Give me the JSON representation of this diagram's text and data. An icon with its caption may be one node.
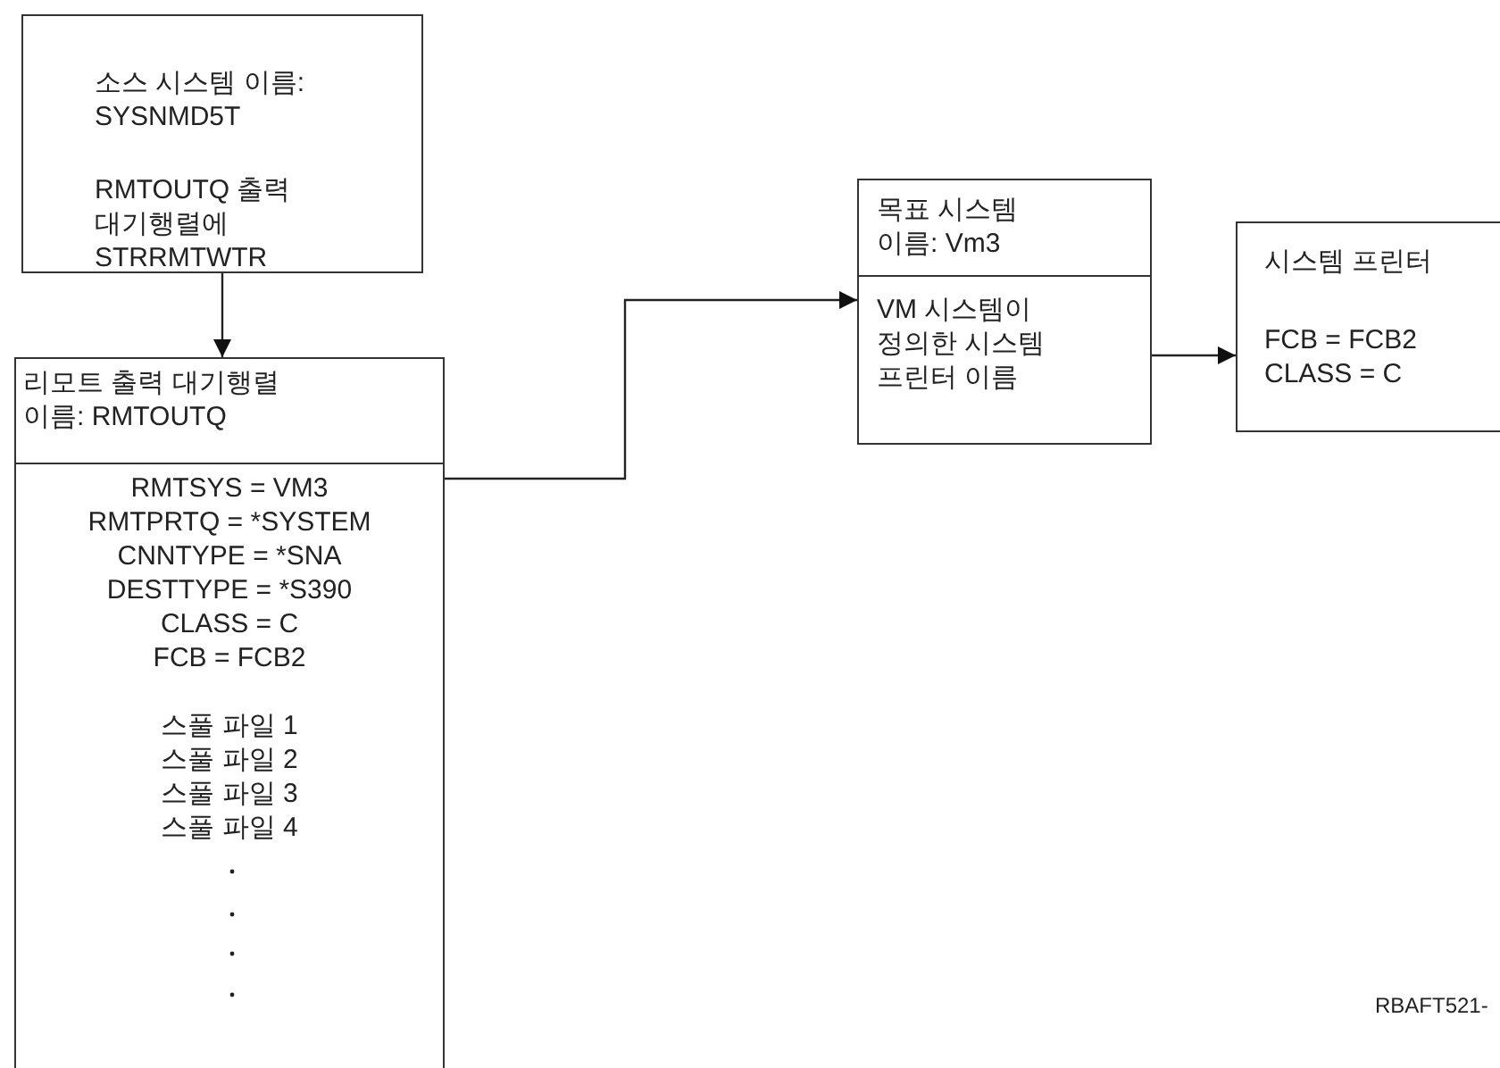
{
  "diagram": {
    "nodes": [
      {
        "text": [
          "소스 시스템 이름: SYSNMD5T",
          "RMTOUTQ 출력 대기행렬에 STRRMTWTR"
        ]
      },
      {
        "text": [
          "리모트 출력 대기행렬 이름: RMTOUTQ",
          "RMTSYS = VM3",
          "RMTPRTQ = *SYSTEM",
          "CNNTYPE = *SNA",
          "DESTTYPE = *S390",
          "CLASS = C",
          "FCB = FCB2",
          "스풀 파일 1",
          "스풀 파일 2",
          "스풀 파일 3",
          "스풀 파일 4"
        ]
      },
      {
        "text": [
          "목표 시스템 이름: Vm3",
          "VM 시스템이 정의한 시스템 프린터 이름"
        ]
      },
      {
        "text": [
          "시스템 프린터",
          "FCB = FCB2",
          "CLASS = C"
        ]
      }
    ],
    "edges": [
      {
        "from": 0,
        "to": 1,
        "arrow": "to"
      },
      {
        "from": 1,
        "to": 2,
        "arrow": "to"
      },
      {
        "from": 2,
        "to": 3,
        "arrow": "to"
      }
    ],
    "labels": [
      "RBAFT521-"
    ]
  }
}
